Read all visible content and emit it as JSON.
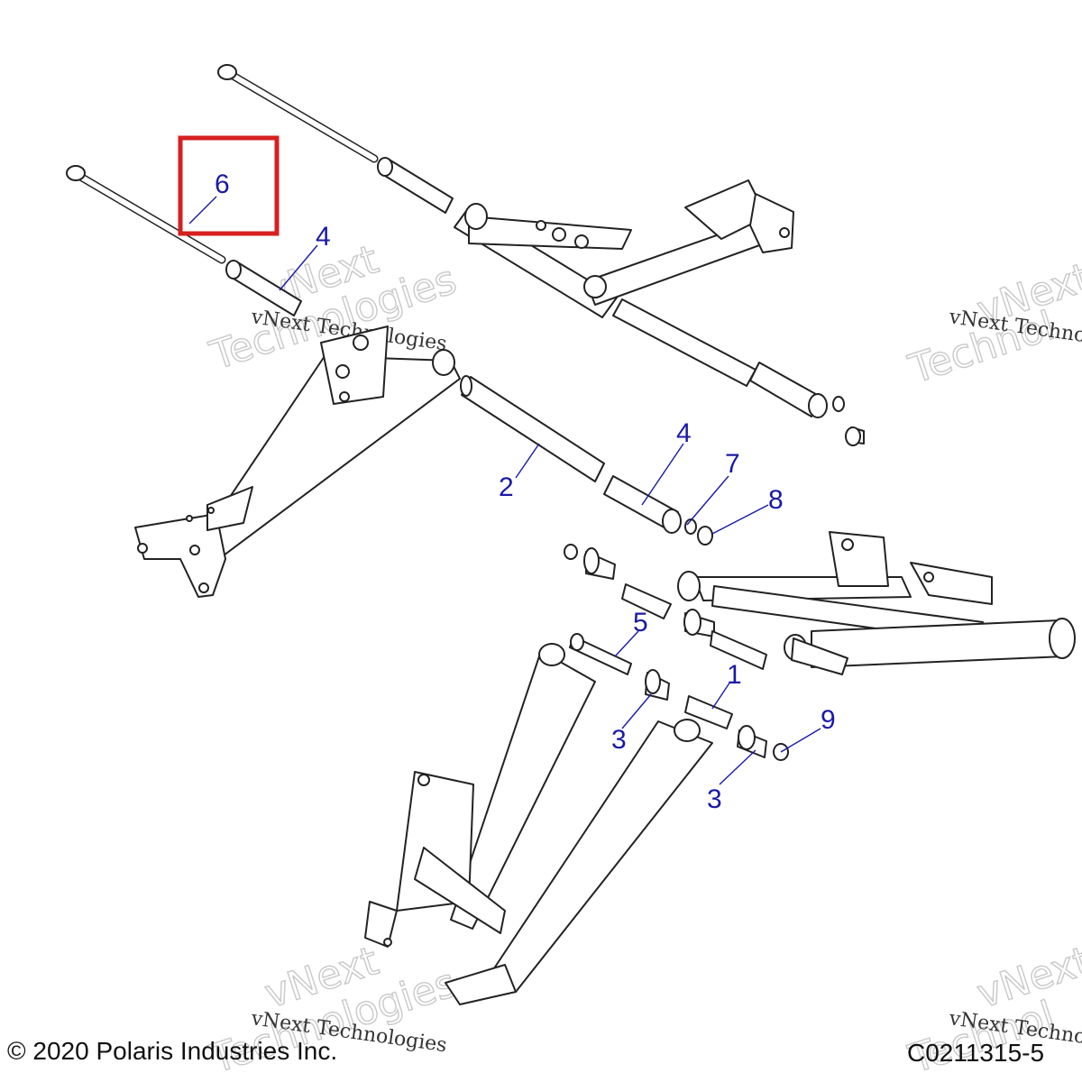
{
  "callouts": {
    "c6": "6",
    "c4a": "4",
    "c4b": "4",
    "c2": "2",
    "c7": "7",
    "c8": "8",
    "c5": "5",
    "c1": "1",
    "c3a": "3",
    "c3b": "3",
    "c9": "9"
  },
  "watermark": {
    "brand_top": "vNext",
    "brand_bottom": "Technologies",
    "caption": "vNext Technologies",
    "caption_cut": "vNext Techno",
    "big_cut": "Technol"
  },
  "footer": {
    "copyright": "© 2020 Polaris Industries Inc.",
    "doc_number": "C0211315-5"
  },
  "colors": {
    "callout": "#1a1aa6",
    "highlight": "#d62020",
    "line": "#222222",
    "part_fill": "#ffffff"
  }
}
